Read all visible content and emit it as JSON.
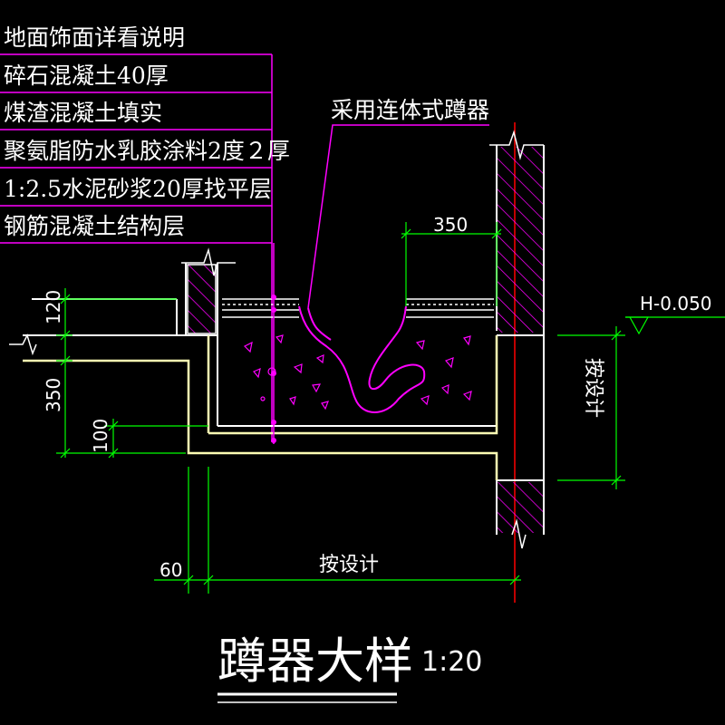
{
  "notes": {
    "line1": "地面饰面详看说明",
    "line2": "碎石混凝土40厚",
    "line3": "煤渣混凝土填实",
    "line4": "聚氨脂防水乳胶涂料2度２厚",
    "line5": "1:2.5水泥砂浆20厚找平层",
    "line6": "钢筋混凝土结构层"
  },
  "callout": {
    "label": "采用连体式蹲器"
  },
  "dimensions": {
    "top_width": "350",
    "d_120": "120",
    "d_350": "350",
    "d_100": "100",
    "d_60": "60",
    "bottom_width": "按设计",
    "right_height": "按设计"
  },
  "level": {
    "label": "H-0.050"
  },
  "title": {
    "main": "蹲器大样",
    "scale": "1:20"
  },
  "colors": {
    "background": "#000000",
    "wall": "#ffffff",
    "slab": "#ffffb4",
    "dimension": "#00ff00",
    "leader": "#ff00ff",
    "axis": "#ff0000",
    "hatch": "#ff00ff"
  }
}
